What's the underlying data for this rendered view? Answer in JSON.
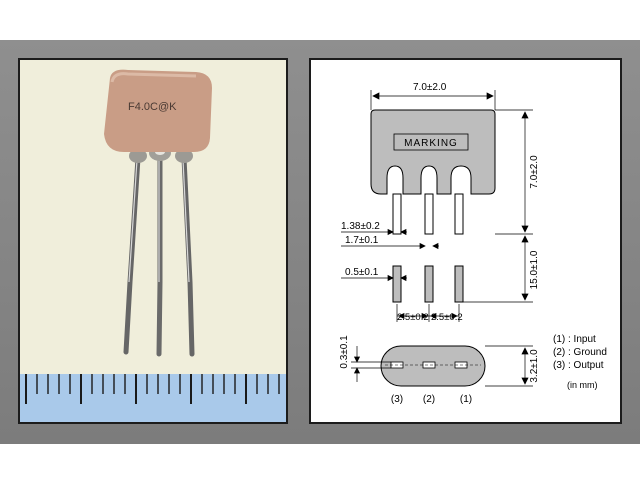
{
  "photo": {
    "part_marking_text": "F4.0C@K",
    "colors": {
      "body": "#c99d86",
      "lead": "#6f6f6f",
      "ruler": "#a9c9ea"
    }
  },
  "drawing": {
    "marking_label": "MARKING",
    "dimensions": {
      "width": "7.0±2.0",
      "height": "7.0±2.0",
      "lead_length": "15.0±1.0",
      "lead_gap_wide": "1.38±0.2",
      "lead_gap": "1.7±0.1",
      "lead_width": "0.5±0.1",
      "pitch_left": "2.5±0.2",
      "pitch_right": "2.5±0.2",
      "lead_thickness": "0.3±0.1",
      "body_thickness": "3.2±1.0"
    },
    "pin_numbers": [
      "(3)",
      "(2)",
      "(1)"
    ],
    "legend": [
      "(1) : Input",
      "(2) : Ground",
      "(3) : Output"
    ],
    "units": "(in mm)",
    "colors": {
      "body": "#bdbdbd",
      "line": "#000000"
    }
  }
}
